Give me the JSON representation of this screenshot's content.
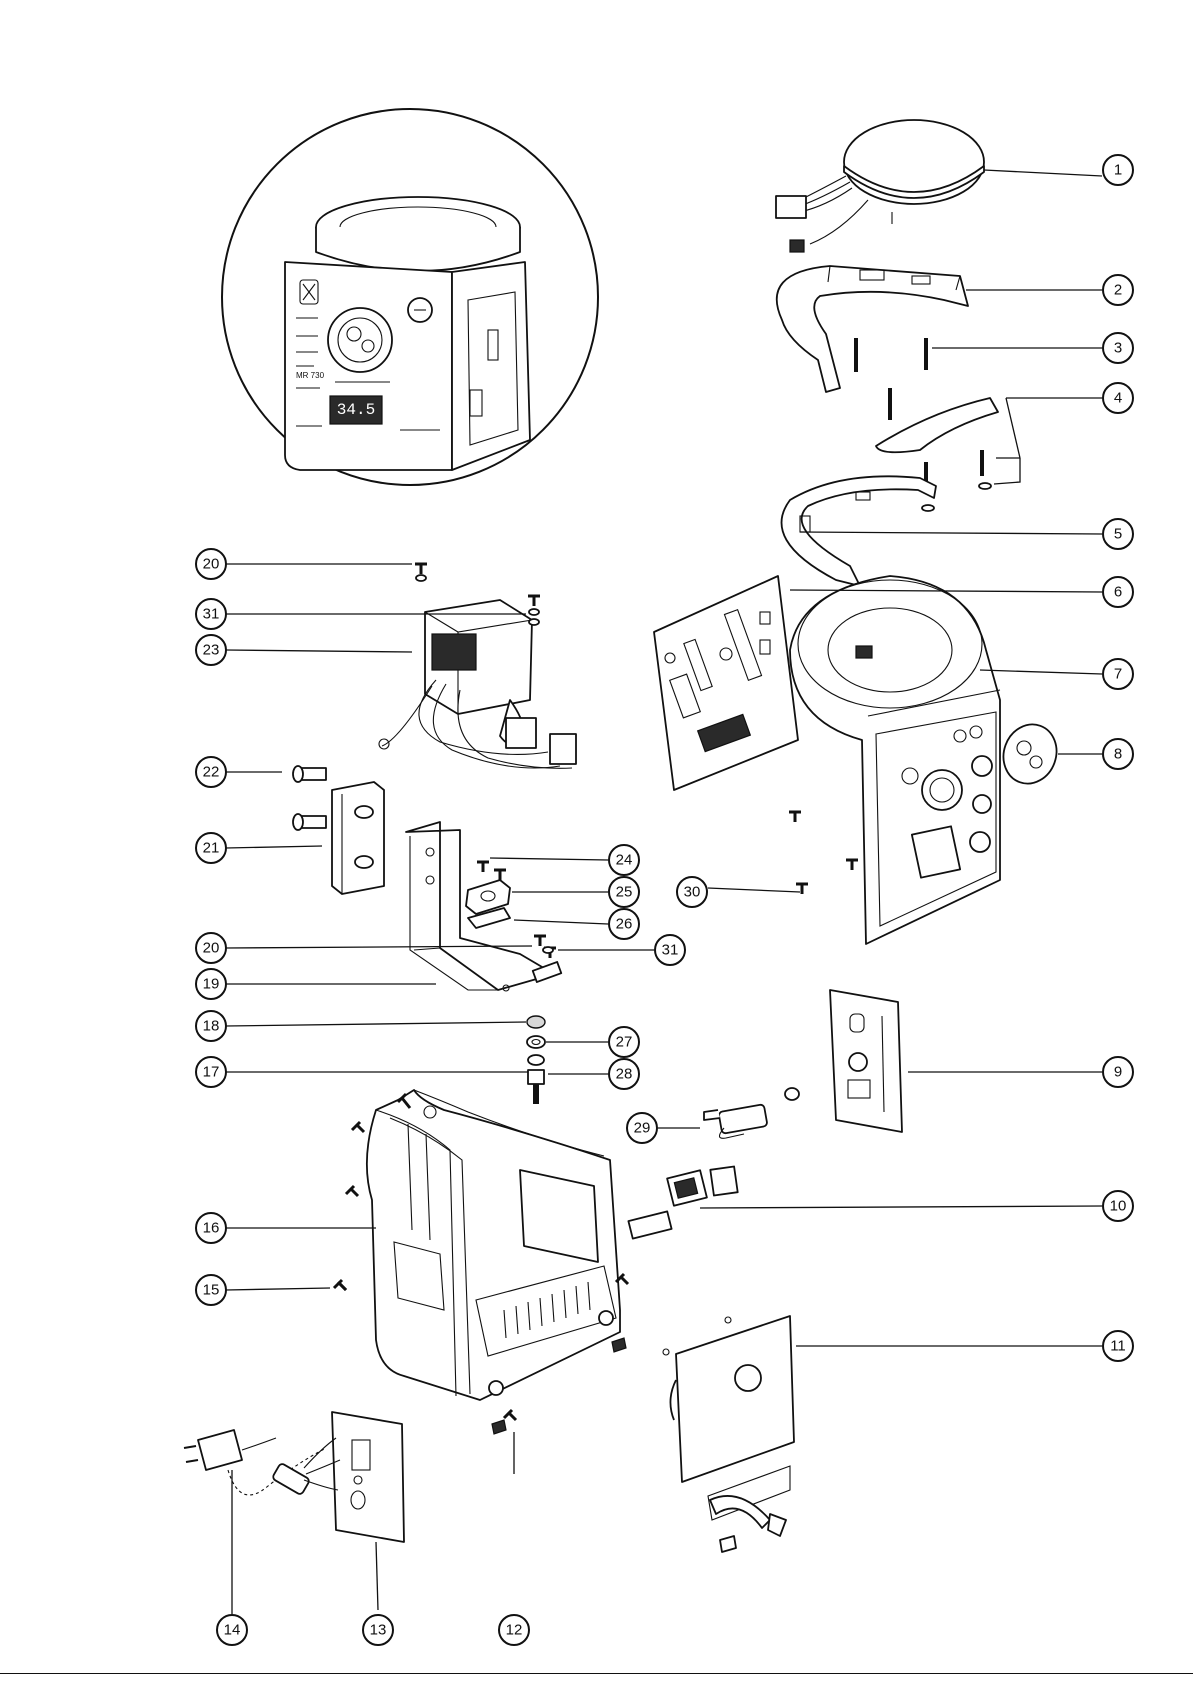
{
  "callouts": {
    "c1": "1",
    "c2": "2",
    "c3": "3",
    "c4": "4",
    "c5": "5",
    "c6": "6",
    "c7": "7",
    "c8": "8",
    "c9": "9",
    "c10": "10",
    "c11": "11",
    "c12": "12",
    "c13": "13",
    "c14": "14",
    "c15": "15",
    "c16": "16",
    "c17": "17",
    "c18": "18",
    "c19": "19",
    "c20a": "20",
    "c20b": "20",
    "c21": "21",
    "c22": "22",
    "c23": "23",
    "c24": "24",
    "c25": "25",
    "c26": "26",
    "c27": "27",
    "c28": "28",
    "c29": "29",
    "c30": "30",
    "c31a": "31",
    "c31b": "31"
  },
  "inset": {
    "model_label": "MR 730",
    "display_value": "34.5"
  },
  "footer": ""
}
